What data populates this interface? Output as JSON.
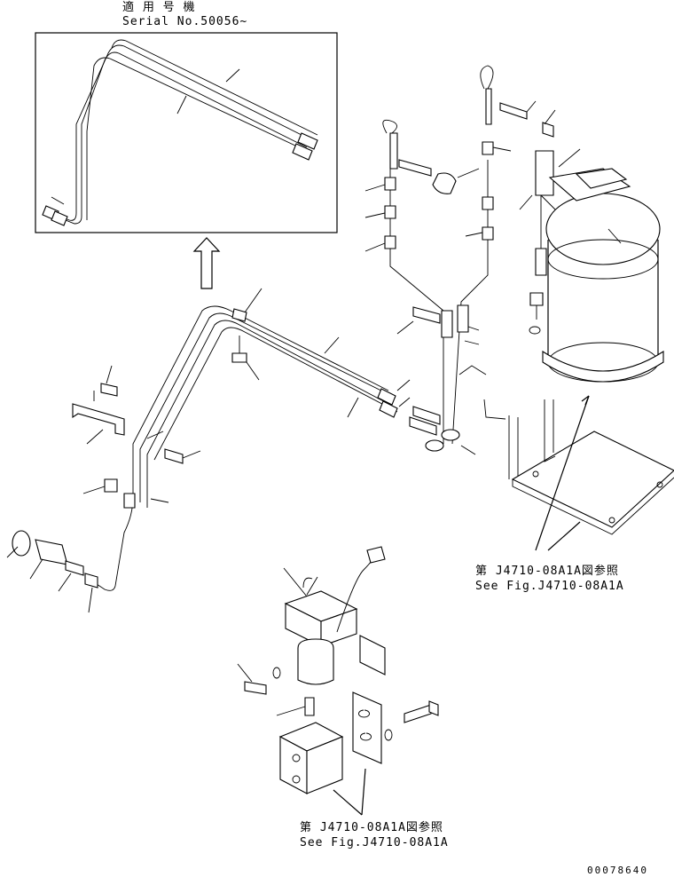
{
  "header": {
    "applicable_models_jp": "適 用 号 機",
    "serial": "Serial No.50056~"
  },
  "references": [
    {
      "jp": "第 J4710-08A1A図参照",
      "en": "See Fig.J4710-08A1A"
    },
    {
      "jp": "第 J4710-08A1A図参照",
      "en": "See Fig.J4710-08A1A"
    }
  ],
  "drawing_number": "00078640"
}
